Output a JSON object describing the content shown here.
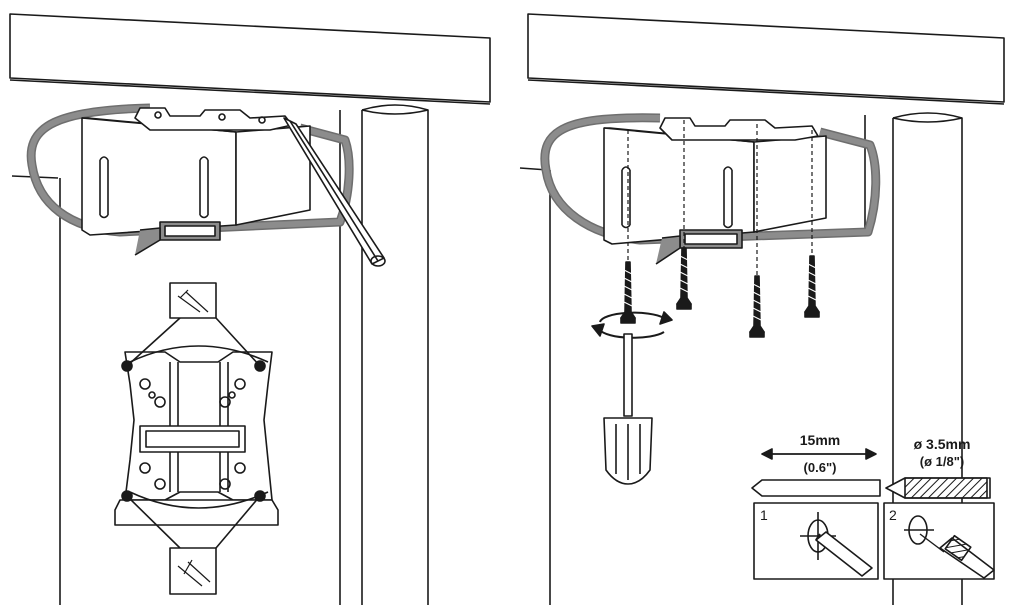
{
  "specs": {
    "depth_value": "15mm",
    "depth_imperial": "(0.6\")",
    "drill_value": "ø 3.5mm",
    "drill_imperial": "(ø 1/8\")"
  },
  "steps": [
    {
      "number": "1"
    },
    {
      "number": "2"
    }
  ],
  "colors": {
    "line": "#1a1a1a",
    "strap": "#8c8c8c",
    "strap_dark": "#6e6e6e",
    "paper": "#ffffff"
  },
  "icons": [
    "pencil-icon",
    "screwdriver-icon",
    "screw-icon",
    "drill-bit-icon",
    "rotation-arrow-icon"
  ]
}
